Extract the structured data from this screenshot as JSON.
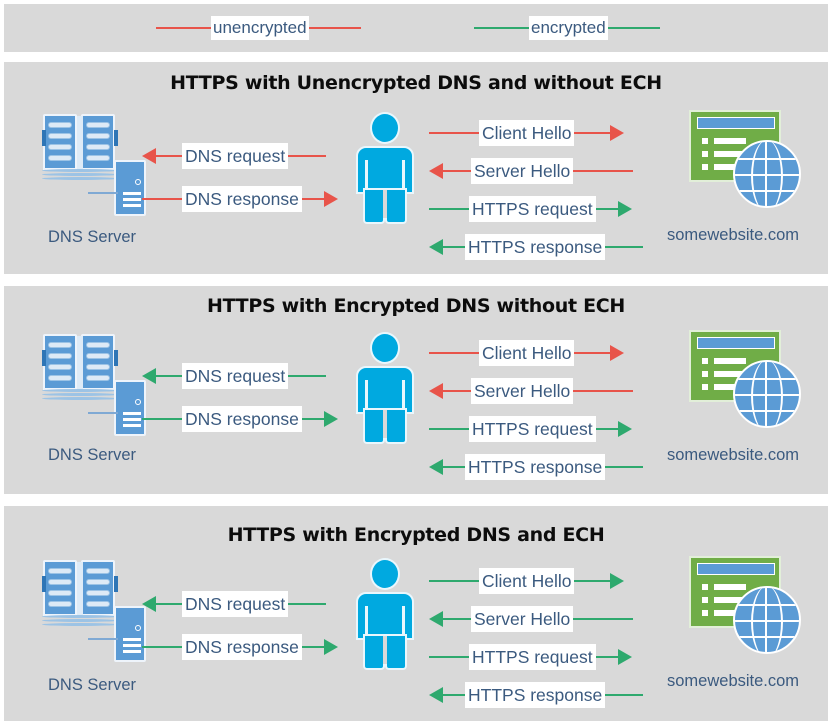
{
  "legend": {
    "items": [
      {
        "label": "unencrypted",
        "color": "#e8544a",
        "icon": "line-swatch"
      },
      {
        "label": "encrypted",
        "color": "#2ea96e",
        "icon": "line-swatch"
      }
    ]
  },
  "colors": {
    "unencrypted": "#e8544a",
    "encrypted": "#2ea96e",
    "panel_background": "#d9d9d9",
    "page_background": "#ffffff",
    "label_text": "#3b5a7f",
    "title_text": "#0c0c0c",
    "person": "#00a9e0",
    "book": "#5b9bd5",
    "website_window": "#70ad47"
  },
  "nodes": {
    "dns_server_label": "DNS Server",
    "website_label": "somewebsite.com",
    "client_icon": "person-icon",
    "dns_icon": "dns-server-icon",
    "website_icon": "website-globe-icon"
  },
  "panels": [
    {
      "id": "panel-1",
      "title": "HTTPS with Unencrypted DNS and without ECH",
      "dns_flows": [
        {
          "label": "DNS request",
          "direction": "left",
          "encrypted": false
        },
        {
          "label": "DNS response",
          "direction": "right",
          "encrypted": false
        }
      ],
      "web_flows": [
        {
          "label": "Client Hello",
          "direction": "right",
          "encrypted": false
        },
        {
          "label": "Server Hello",
          "direction": "left",
          "encrypted": false
        },
        {
          "label": "HTTPS request",
          "direction": "right",
          "encrypted": true
        },
        {
          "label": "HTTPS response",
          "direction": "left",
          "encrypted": true
        }
      ]
    },
    {
      "id": "panel-2",
      "title": "HTTPS with Encrypted DNS without ECH",
      "dns_flows": [
        {
          "label": "DNS request",
          "direction": "left",
          "encrypted": true
        },
        {
          "label": "DNS response",
          "direction": "right",
          "encrypted": true
        }
      ],
      "web_flows": [
        {
          "label": "Client Hello",
          "direction": "right",
          "encrypted": false
        },
        {
          "label": "Server Hello",
          "direction": "left",
          "encrypted": false
        },
        {
          "label": "HTTPS request",
          "direction": "right",
          "encrypted": true
        },
        {
          "label": "HTTPS response",
          "direction": "left",
          "encrypted": true
        }
      ]
    },
    {
      "id": "panel-3",
      "title": "HTTPS with Encrypted DNS and ECH",
      "dns_flows": [
        {
          "label": "DNS request",
          "direction": "left",
          "encrypted": true
        },
        {
          "label": "DNS response",
          "direction": "right",
          "encrypted": true
        }
      ],
      "web_flows": [
        {
          "label": "Client Hello",
          "direction": "right",
          "encrypted": true
        },
        {
          "label": "Server Hello",
          "direction": "left",
          "encrypted": true
        },
        {
          "label": "HTTPS request",
          "direction": "right",
          "encrypted": true
        },
        {
          "label": "HTTPS response",
          "direction": "left",
          "encrypted": true
        }
      ]
    }
  ]
}
